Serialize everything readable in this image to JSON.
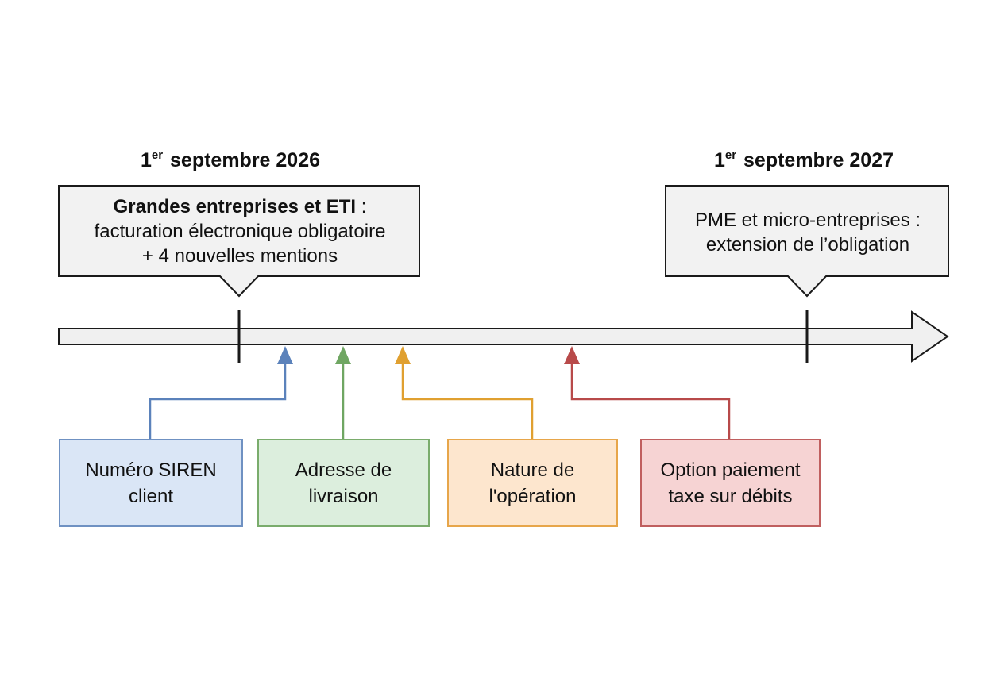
{
  "milestones": [
    {
      "date_prefix": "1",
      "date_superscript": "er",
      "date_rest": " septembre 2026",
      "callout_bold": "Grandes entreprises et ETI",
      "callout_bold_suffix": " :",
      "callout_line2": "facturation électronique obligatoire",
      "callout_line3": "+ 4 nouvelles mentions"
    },
    {
      "date_prefix": "1",
      "date_superscript": "er",
      "date_rest": " septembre 2027",
      "callout_line1": "PME et micro-entreprises :",
      "callout_line2": "extension de l’obligation"
    }
  ],
  "mentions": [
    {
      "line1": "Numéro SIREN",
      "line2": "client",
      "color": "#5b82bb",
      "fill": "#dae6f6"
    },
    {
      "line1": "Adresse de",
      "line2": "livraison",
      "color": "#6fa662",
      "fill": "#dceedd"
    },
    {
      "line1": "Nature de",
      "line2": "l'opération",
      "color": "#e0a030",
      "fill": "#fde6ce"
    },
    {
      "line1": "Option paiement",
      "line2": "taxe sur débits",
      "color": "#b84a4a",
      "fill": "#f6d3d3"
    }
  ],
  "colors": {
    "timeline_fill": "#f0f0f0",
    "outline": "#1a1a1a"
  }
}
